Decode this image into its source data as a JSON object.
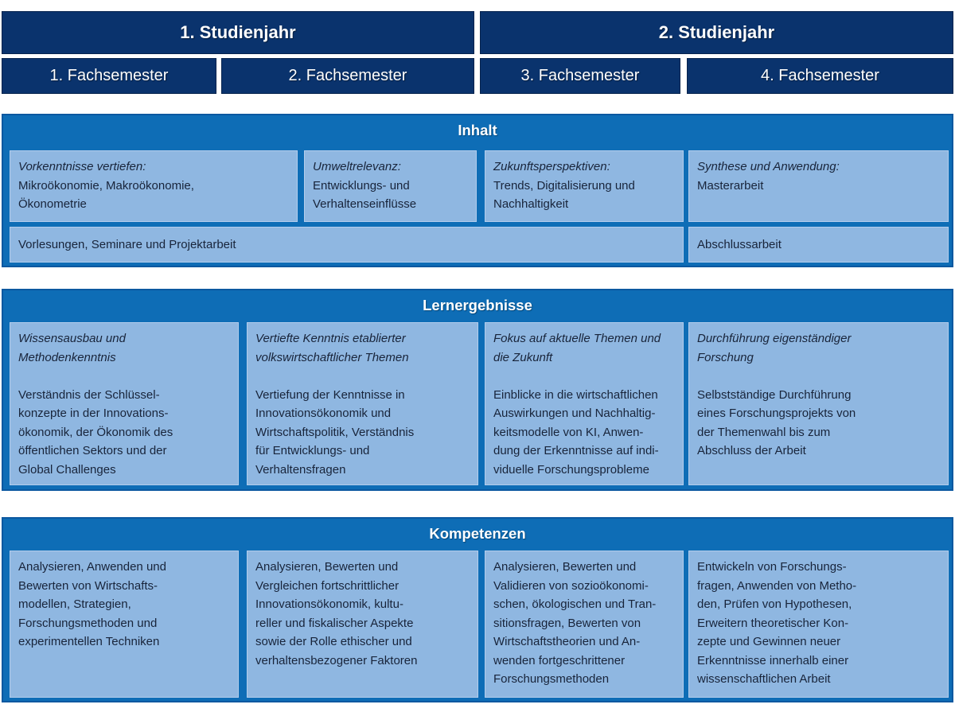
{
  "colors": {
    "navy": "#0a336d",
    "section_blue": "#0e6db6",
    "cell_blue": "#8fb7e1",
    "header_text": "#ffffff",
    "cell_text": "#18243a"
  },
  "study_years": [
    {
      "label": "1. Studienjahr"
    },
    {
      "label": "2. Studienjahr"
    }
  ],
  "semesters": [
    {
      "label": "1. Fachsemester"
    },
    {
      "label": "2. Fachsemester"
    },
    {
      "label": "3. Fachsemester"
    },
    {
      "label": "4. Fachsemester"
    }
  ],
  "sections": {
    "inhalt": {
      "title": "Inhalt",
      "cells": [
        {
          "heading": "Vorkenntnisse vertiefen:",
          "body": "Mikroökonomie, Makroökonomie,\nÖkonometrie"
        },
        {
          "heading": "Umweltrelevanz:",
          "body": "Entwicklungs- und\nVerhaltenseinflüsse"
        },
        {
          "heading": "Zukunftsperspektiven:",
          "body": "Trends, Digitalisierung und\nNachhaltigkeit"
        },
        {
          "heading": "Synthese und Anwendung:",
          "body": "Masterarbeit"
        }
      ],
      "format_row": {
        "methods": "Vorlesungen, Seminare und Projektarbeit",
        "thesis": "Abschlussarbeit"
      }
    },
    "lernergebnisse": {
      "title": "Lernergebnisse",
      "cells": [
        {
          "heading": "Wissensausbau und\nMethodenkenntnis",
          "body": "Verständnis der Schlüssel-\nkonzepte in der Innovations-\nökonomik, der Ökonomik des\nöffentlichen Sektors und der\nGlobal Challenges"
        },
        {
          "heading": "Vertiefte Kenntnis etablierter\nvolkswirtschaftlicher Themen",
          "body": "Vertiefung der Kenntnisse in\nInnovationsökonomik und\nWirtschaftspolitik, Verständnis\nfür Entwicklungs- und\nVerhaltensfragen"
        },
        {
          "heading": "Fokus auf aktuelle Themen und\ndie Zukunft",
          "body": "Einblicke in die wirtschaftlichen\nAuswirkungen und Nachhaltig-\nkeitsmodelle von KI, Anwen-\ndung der Erkenntnisse auf indi-\nviduelle Forschungsprobleme"
        },
        {
          "heading": "Durchführung eigenständiger\nForschung",
          "body": "Selbstständige Durchführung\neines Forschungsprojekts von\nder Themenwahl bis zum\nAbschluss der Arbeit"
        }
      ]
    },
    "kompetenzen": {
      "title": "Kompetenzen",
      "cells": [
        {
          "body": "Analysieren, Anwenden und\nBewerten von Wirtschafts-\nmodellen, Strategien,\nForschungsmethoden und\nexperimentellen Techniken"
        },
        {
          "body": "Analysieren, Bewerten und\nVergleichen fortschrittlicher\nInnovationsökonomik, kultu-\nreller und fiskalischer Aspekte\nsowie der Rolle ethischer und\nverhaltensbezogener Faktoren"
        },
        {
          "body": "Analysieren, Bewerten und\nValidieren von sozioökonomi-\nschen, ökologischen und Tran-\nsitionsfragen, Bewerten von\nWirtschaftstheorien und An-\nwenden fortgeschrittener\nForschungsmethoden"
        },
        {
          "body": "Entwickeln von Forschungs-\nfragen, Anwenden von Metho-\nden, Prüfen von Hypothesen,\nErweitern theoretischer Kon-\nzepte und Gewinnen neuer\nErkenntnisse innerhalb einer\nwissenschaftlichen Arbeit"
        }
      ]
    }
  }
}
